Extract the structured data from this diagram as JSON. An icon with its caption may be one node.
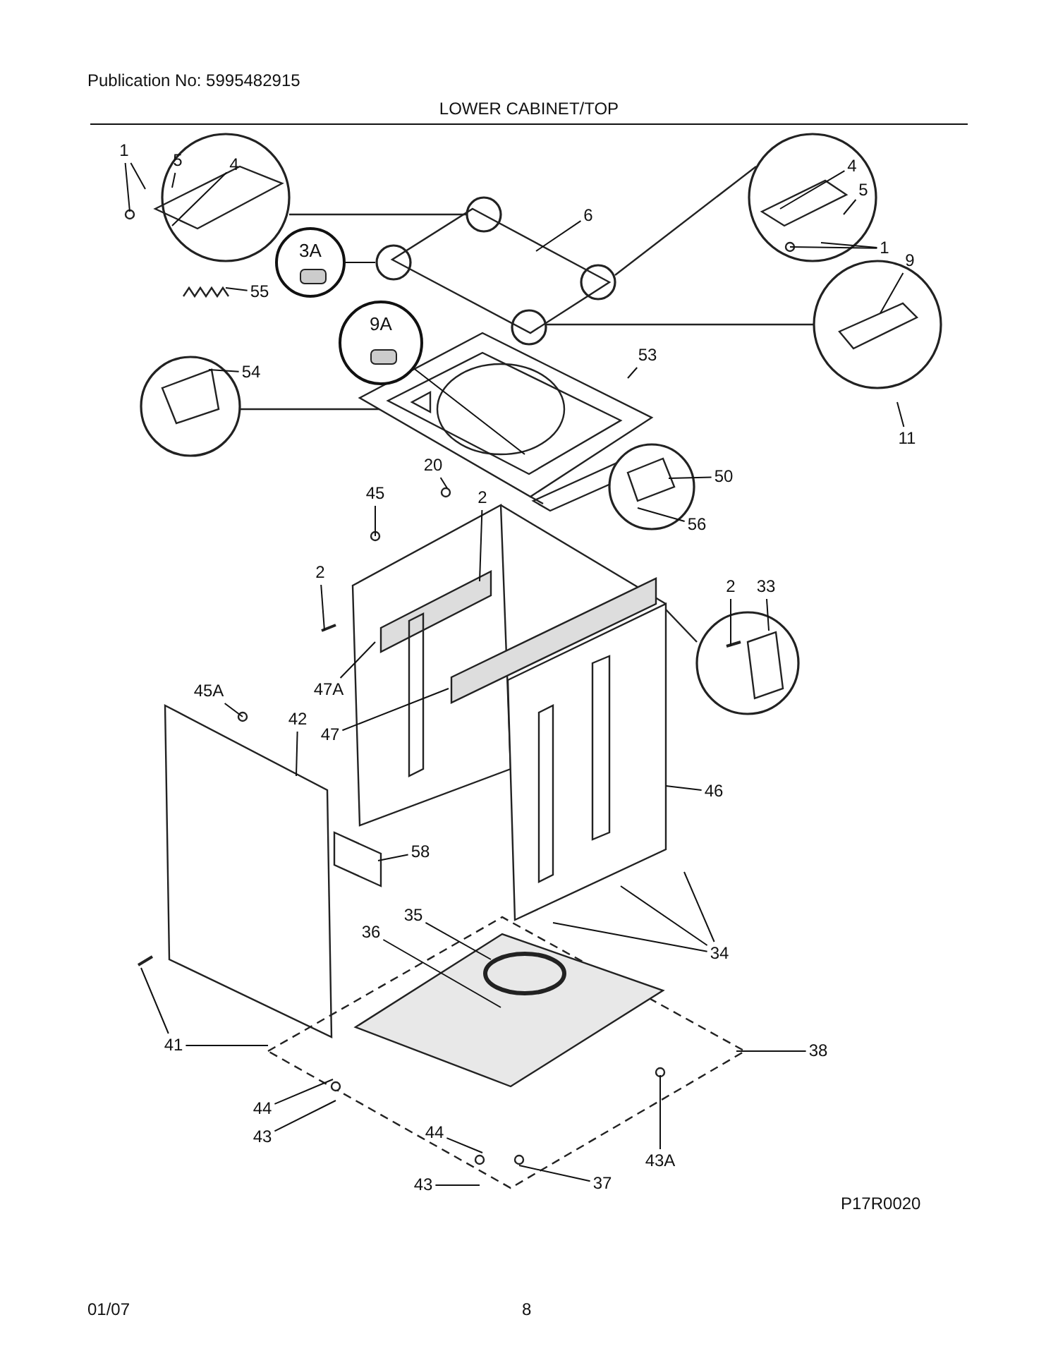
{
  "diagram": {
    "title": "LOWER CABINET/TOP",
    "nodes": [
      {
        "text": [
          "1"
        ]
      },
      {
        "text": [
          "5"
        ]
      },
      {
        "text": [
          "4"
        ]
      },
      {
        "text": [
          "3A"
        ]
      },
      {
        "text": [
          "6"
        ]
      },
      {
        "text": [
          "55"
        ]
      },
      {
        "text": [
          "4"
        ]
      },
      {
        "text": [
          "5"
        ]
      },
      {
        "text": [
          "1"
        ]
      },
      {
        "text": [
          "9"
        ]
      },
      {
        "text": [
          "9A"
        ]
      },
      {
        "text": [
          "54"
        ]
      },
      {
        "text": [
          "53"
        ]
      },
      {
        "text": [
          "11"
        ]
      },
      {
        "text": [
          "20"
        ]
      },
      {
        "text": [
          "50"
        ]
      },
      {
        "text": [
          "56"
        ]
      },
      {
        "text": [
          "45"
        ]
      },
      {
        "text": [
          "2"
        ]
      },
      {
        "text": [
          "2"
        ]
      },
      {
        "text": [
          "2"
        ]
      },
      {
        "text": [
          "33"
        ]
      },
      {
        "text": [
          "47A"
        ]
      },
      {
        "text": [
          "45A"
        ]
      },
      {
        "text": [
          "42"
        ]
      },
      {
        "text": [
          "47"
        ]
      },
      {
        "text": [
          "46"
        ]
      },
      {
        "text": [
          "58"
        ]
      },
      {
        "text": [
          "35"
        ]
      },
      {
        "text": [
          "36"
        ]
      },
      {
        "text": [
          "34"
        ]
      },
      {
        "text": [
          "38"
        ]
      },
      {
        "text": [
          "41"
        ]
      },
      {
        "text": [
          "44"
        ]
      },
      {
        "text": [
          "43"
        ]
      },
      {
        "text": [
          "44"
        ]
      },
      {
        "text": [
          "43"
        ]
      },
      {
        "text": [
          "37"
        ]
      },
      {
        "text": [
          "43A"
        ]
      }
    ],
    "edges": [
      {
        "from": 0,
        "to": null,
        "arrow": "none"
      },
      {
        "from": 0,
        "to": null,
        "arrow": "none"
      },
      {
        "from": 1,
        "to": null,
        "arrow": "none"
      },
      {
        "from": 2,
        "to": null,
        "arrow": "none"
      },
      {
        "from": 3,
        "to": null,
        "arrow": "none"
      },
      {
        "from": 4,
        "to": null,
        "arrow": "none"
      },
      {
        "from": 5,
        "to": null,
        "arrow": "none"
      },
      {
        "from": 6,
        "to": null,
        "arrow": "none"
      },
      {
        "from": 7,
        "to": null,
        "arrow": "none"
      },
      {
        "from": 8,
        "to": null,
        "arrow": "none"
      },
      {
        "from": 8,
        "to": null,
        "arrow": "none"
      },
      {
        "from": 9,
        "to": null,
        "arrow": "none"
      },
      {
        "from": 10,
        "to": null,
        "arrow": "none"
      },
      {
        "from": 11,
        "to": null,
        "arrow": "none"
      },
      {
        "from": 12,
        "to": null,
        "arrow": "none"
      },
      {
        "from": 13,
        "to": null,
        "arrow": "none"
      },
      {
        "from": 14,
        "to": null,
        "arrow": "none"
      },
      {
        "from": 15,
        "to": null,
        "arrow": "none"
      },
      {
        "from": 16,
        "to": null,
        "arrow": "none"
      },
      {
        "from": 17,
        "to": null,
        "arrow": "none"
      },
      {
        "from": 18,
        "to": null,
        "arrow": "none"
      },
      {
        "from": 19,
        "to": null,
        "arrow": "none"
      },
      {
        "from": 20,
        "to": null,
        "arrow": "none"
      },
      {
        "from": 21,
        "to": null,
        "arrow": "none"
      },
      {
        "from": 22,
        "to": null,
        "arrow": "none"
      },
      {
        "from": 23,
        "to": null,
        "arrow": "none"
      },
      {
        "from": 24,
        "to": null,
        "arrow": "none"
      },
      {
        "from": 25,
        "to": null,
        "arrow": "none"
      },
      {
        "from": 26,
        "to": null,
        "arrow": "none"
      },
      {
        "from": 27,
        "to": null,
        "arrow": "none"
      },
      {
        "from": 28,
        "to": null,
        "arrow": "none"
      },
      {
        "from": 29,
        "to": null,
        "arrow": "none"
      },
      {
        "from": 30,
        "to": null,
        "arrow": "none"
      },
      {
        "from": 30,
        "to": null,
        "arrow": "none"
      },
      {
        "from": 30,
        "to": null,
        "arrow": "none"
      },
      {
        "from": 31,
        "to": null,
        "arrow": "none"
      },
      {
        "from": 32,
        "to": null,
        "arrow": "none"
      },
      {
        "from": 32,
        "to": null,
        "arrow": "none"
      },
      {
        "from": 33,
        "to": null,
        "arrow": "none"
      },
      {
        "from": 34,
        "to": null,
        "arrow": "none"
      },
      {
        "from": 35,
        "to": null,
        "arrow": "none"
      },
      {
        "from": 36,
        "to": null,
        "arrow": "none"
      },
      {
        "from": 37,
        "to": null,
        "arrow": "none"
      },
      {
        "from": 38,
        "to": null,
        "arrow": "none"
      }
    ],
    "labels": [
      "Publication No: 5995482915",
      "P17R0020",
      "01/07",
      "8"
    ]
  }
}
